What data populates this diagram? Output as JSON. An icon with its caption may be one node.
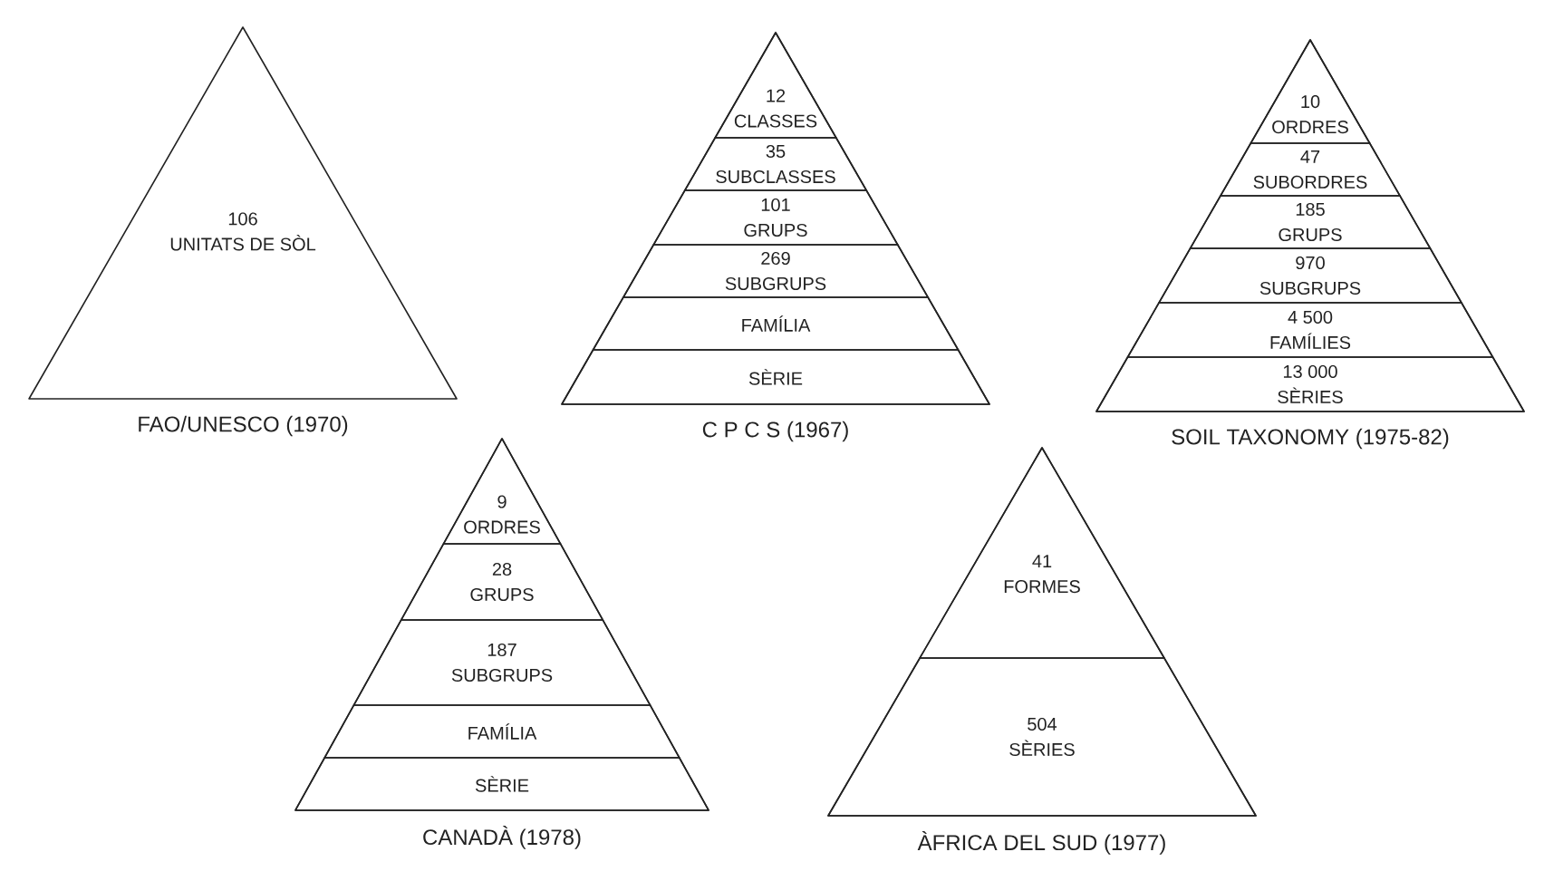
{
  "diagram": {
    "nodes": [
      {
        "text": [
          "106",
          "UNITATS DE SÒL"
        ],
        "beside": [
          "FAO/UNESCO (1970)"
        ]
      },
      {
        "text": [],
        "shape": "triangle",
        "beside": [
          "C P C S (1967)"
        ]
      },
      {
        "text": [
          "12",
          "CLASSES"
        ],
        "in": 1
      },
      {
        "text": [
          "35",
          "SUBCLASSES"
        ],
        "in": 1
      },
      {
        "text": [
          "101",
          "GRUPS"
        ],
        "in": 1
      },
      {
        "text": [
          "269",
          "SUBGRUPS"
        ],
        "in": 1
      },
      {
        "text": [
          "FAMÍLIA"
        ],
        "in": 1
      },
      {
        "text": [
          "SÈRIE"
        ],
        "in": 1
      },
      {
        "text": [],
        "shape": "triangle",
        "beside": [
          "SOIL TAXONOMY (1975-82)"
        ]
      },
      {
        "text": [
          "10",
          "ORDRES"
        ],
        "in": 8
      },
      {
        "text": [
          "47",
          "SUBORDRES"
        ],
        "in": 8
      },
      {
        "text": [
          "185",
          "GRUPS"
        ],
        "in": 8
      },
      {
        "text": [
          "970",
          "SUBGRUPS"
        ],
        "in": 8
      },
      {
        "text": [
          "4 500",
          "FAMÍLIES"
        ],
        "in": 8
      },
      {
        "text": [
          "13 000",
          "SÈRIES"
        ],
        "in": 8
      },
      {
        "text": [],
        "shape": "triangle",
        "beside": [
          "CANADÀ (1978)"
        ]
      },
      {
        "text": [
          "9",
          "ORDRES"
        ],
        "in": 15
      },
      {
        "text": [
          "28",
          "GRUPS"
        ],
        "in": 15
      },
      {
        "text": [
          "187",
          "SUBGRUPS"
        ],
        "in": 15
      },
      {
        "text": [
          "FAMÍLIA"
        ],
        "in": 15
      },
      {
        "text": [
          "SÈRIE"
        ],
        "in": 15
      },
      {
        "text": [],
        "shape": "triangle",
        "beside": [
          "ÀFRICA DEL SUD (1977)"
        ]
      },
      {
        "text": [
          "41",
          "FORMES"
        ],
        "in": 21
      },
      {
        "text": [
          "504",
          "SÈRIES"
        ],
        "in": 21
      }
    ]
  }
}
